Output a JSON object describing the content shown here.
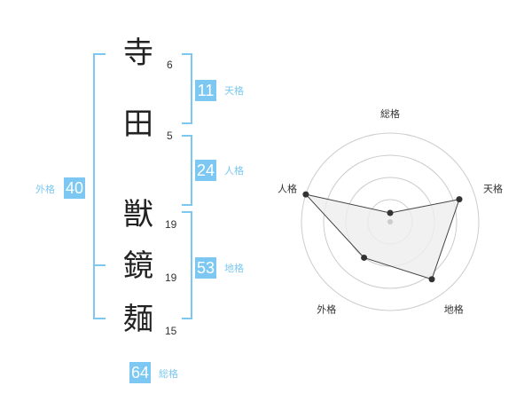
{
  "name_chars": [
    {
      "char": "寺",
      "strokes": "6"
    },
    {
      "char": "田",
      "strokes": "5"
    },
    {
      "char": "獣",
      "strokes": "19"
    },
    {
      "char": "鏡",
      "strokes": "19"
    },
    {
      "char": "麺",
      "strokes": "15"
    }
  ],
  "kaku": {
    "tenkaku": {
      "value": "11",
      "label": "天格"
    },
    "jinkaku": {
      "value": "24",
      "label": "人格"
    },
    "chikaku": {
      "value": "53",
      "label": "地格"
    },
    "gaikaku": {
      "value": "40",
      "label": "外格"
    },
    "soukaku": {
      "value": "64",
      "label": "総格"
    }
  },
  "colors": {
    "accent": "#7cc8f2",
    "text": "#222222",
    "radar_fill": "#eeeeee",
    "radar_stroke": "#444444",
    "ring": "#cccccc"
  },
  "chart_data": {
    "type": "radar",
    "axes": [
      "総格",
      "天格",
      "地格",
      "外格",
      "人格"
    ],
    "values": [
      0.1,
      0.82,
      0.8,
      0.5,
      1.0
    ],
    "max": 1.0,
    "rings": 4
  }
}
